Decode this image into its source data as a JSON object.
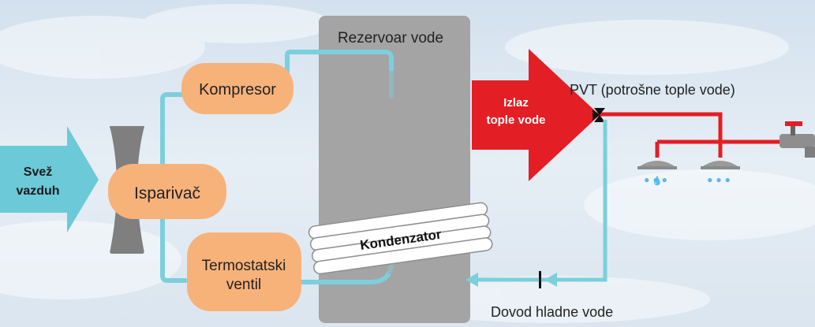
{
  "diagram": {
    "tank_label": "Rezervoar vode",
    "fresh_air_line1": "Svež",
    "fresh_air_line2": "vazduh",
    "compressor": "Kompresor",
    "evaporator": "Isparivač",
    "valve_line1": "Termostatski",
    "valve_line2": "ventil",
    "condenser": "Kondenzator",
    "hot_out_line1": "Izlaz",
    "hot_out_line2": "tople vode",
    "pvt": "PVT (potrošne tople vode)",
    "cold_in": "Dovod hladne vode"
  },
  "colors": {
    "pipe_blue": "#7CCFDC",
    "hot_red": "#E31E24",
    "component_orange": "#F7B27A",
    "tank_gray": "#A4A4A4",
    "fan_gray": "#7F7F7F",
    "sky": "#DDE8F2"
  }
}
